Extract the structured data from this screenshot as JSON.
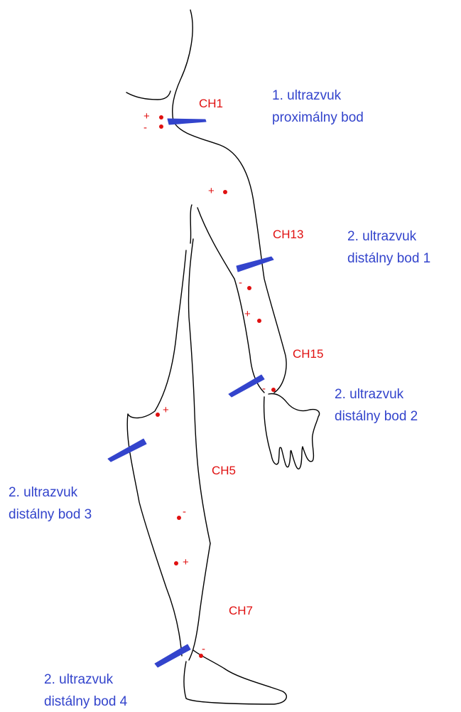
{
  "colors": {
    "electrode": "#e01010",
    "probe": "#3344cc",
    "outline": "#000000"
  },
  "channels": {
    "ch1": "CH1",
    "ch13": "CH13",
    "ch15": "CH15",
    "ch5": "CH5",
    "ch7": "CH7"
  },
  "ultrasound": {
    "p1": {
      "line1": "1. ultrazvuk",
      "line2": "proximálny bod"
    },
    "d1": {
      "line1": "2. ultrazvuk",
      "line2": "distálny bod 1"
    },
    "d2": {
      "line1": "2. ultrazvuk",
      "line2": "distálny bod 2"
    },
    "d3": {
      "line1": "2. ultrazvuk",
      "line2": "distálny bod 3"
    },
    "d4": {
      "line1": "2. ultrazvuk",
      "line2": "distálny bod 4"
    }
  },
  "signs": {
    "plus": "+",
    "minus": "-"
  }
}
